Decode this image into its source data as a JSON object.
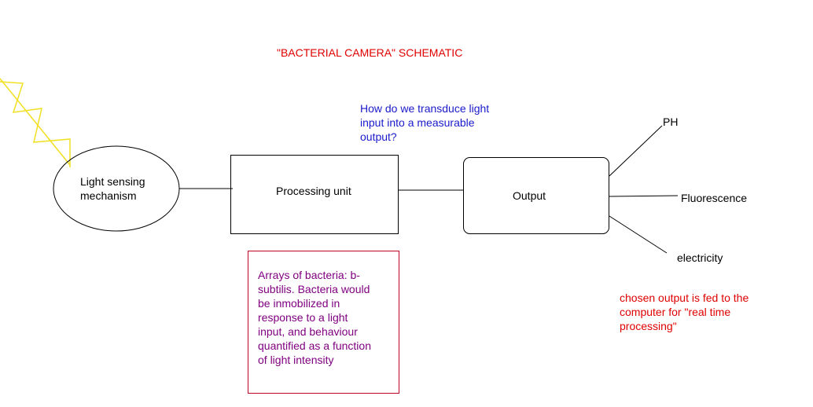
{
  "title": "\"BACTERIAL CAMERA\" SCHEMATIC",
  "question": "How do we transduce light\ninput into a measurable\noutput?",
  "nodes": {
    "sensor": "Light sensing\nmechanism",
    "processing": "Processing unit",
    "output": "Output"
  },
  "outputs": [
    "PH",
    "Fluorescence",
    "electricity"
  ],
  "bacteria_note": "Arrays of bacteria: b-\nsubtilis. Bacteria would\nbe inmobilized in\nresponse to a light\ninput, and behaviour\nquantified as a function\nof light intensity",
  "computer_note": "chosen output is fed to the\ncomputer for \"real time\nprocessing\"",
  "colors": {
    "title": "#e00000",
    "question": "#1a1acc",
    "note": "#800080",
    "note_border": "#c00020",
    "computer_note": "#e00000",
    "light": "#f0e020"
  }
}
